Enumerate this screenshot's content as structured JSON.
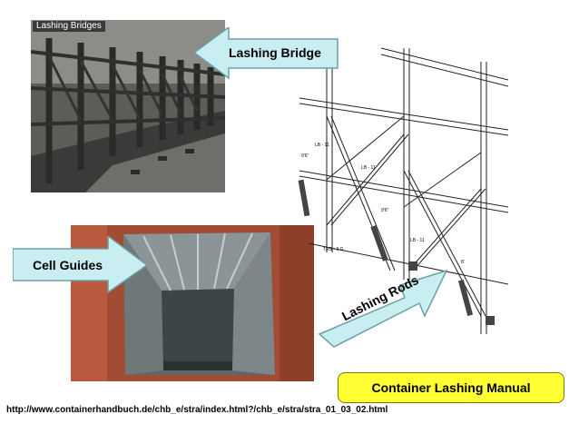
{
  "photo_top": {
    "caption": "Lashing Bridges"
  },
  "callouts": {
    "lashing_bridge": "Lashing Bridge",
    "cell_guides": "Cell Guides",
    "lashing_rods": "Lashing Rods"
  },
  "drawing_labels": {
    "lb11_a": "LB - 11",
    "lb11_b": "LB - 11",
    "lb11_c": "LB - 11",
    "dim_a": "9'6\"",
    "dim_b": "9'6\"",
    "dim_c": "8'",
    "trs": "TRS - 3 G"
  },
  "manual_label": "Container Lashing Manual",
  "source_url": "http://www.containerhandbuch.de/chb_e/stra/index.html?/chb_e/stra/stra_01_03_02.html",
  "colors": {
    "callout_fill": "#c9eef2",
    "callout_stroke": "#6aa0a8",
    "manual_fill": "#ffff33"
  }
}
